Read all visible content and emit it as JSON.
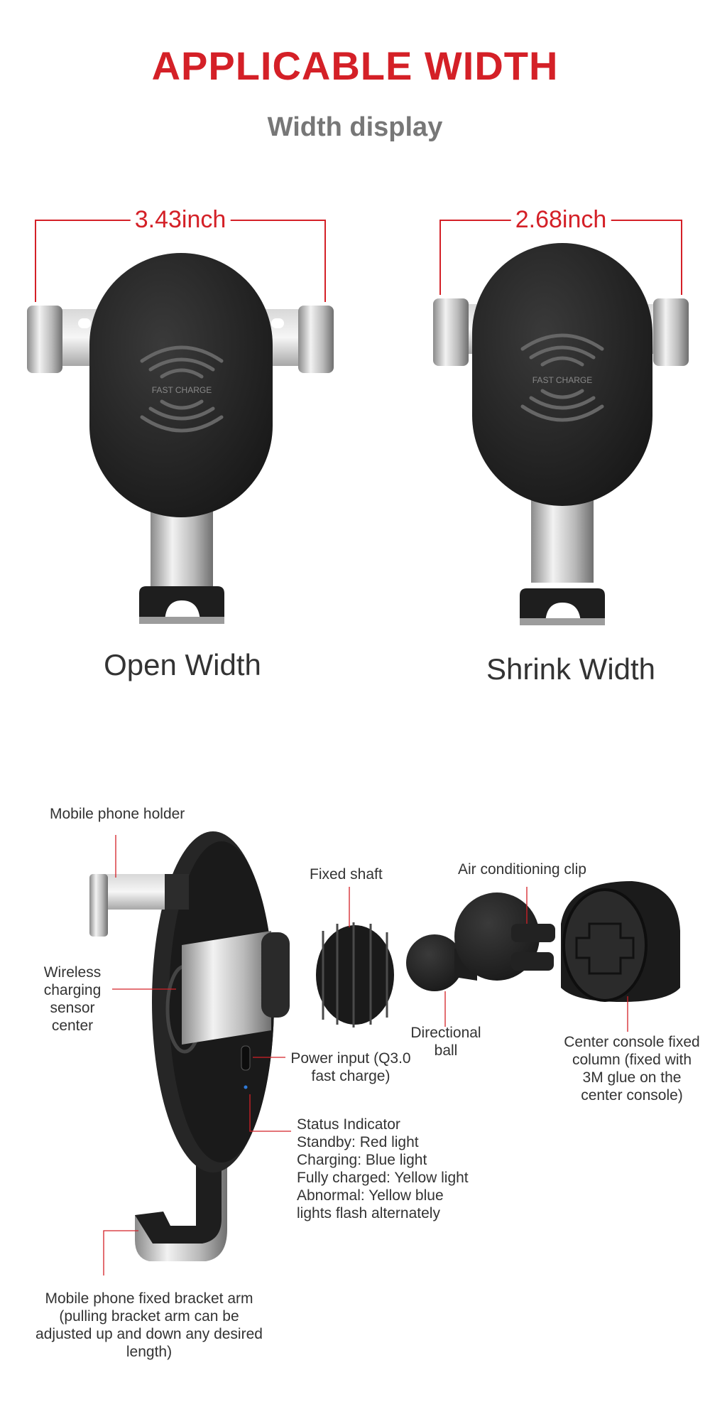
{
  "header": {
    "title": "APPLICABLE WIDTH",
    "subtitle": "Width display"
  },
  "widths": {
    "open": {
      "dimension": "3.43inch",
      "caption": "Open Width",
      "label": "FAST CHARGE"
    },
    "shrink": {
      "dimension": "2.68inch",
      "caption": "Shrink Width",
      "label": "FAST CHARGE"
    }
  },
  "parts": {
    "phone_holder": "Mobile phone holder",
    "fixed_shaft": "Fixed shaft",
    "air_clip": "Air conditioning clip",
    "sensor": [
      "Wireless",
      "charging",
      "sensor",
      "center"
    ],
    "directional_ball": [
      "Directional",
      "ball"
    ],
    "console_column": [
      "Center console fixed",
      "column (fixed with",
      "3M glue on the",
      "center console)"
    ],
    "power_input": [
      "Power input (Q3.0",
      "fast charge)"
    ],
    "status": [
      "Status Indicator",
      "Standby: Red light",
      "Charging: Blue light",
      "Fully charged: Yellow light",
      "Abnormal: Yellow blue",
      "lights flash alternately"
    ],
    "bracket_arm": [
      "Mobile phone fixed bracket arm",
      "(pulling bracket arm can be",
      "adjusted up and down any desired",
      "length)"
    ]
  },
  "colors": {
    "accent": "#d42027",
    "subtitle": "#777777",
    "text": "#333333",
    "device": "#1e1e1e",
    "metal": "#c8c8c8"
  }
}
